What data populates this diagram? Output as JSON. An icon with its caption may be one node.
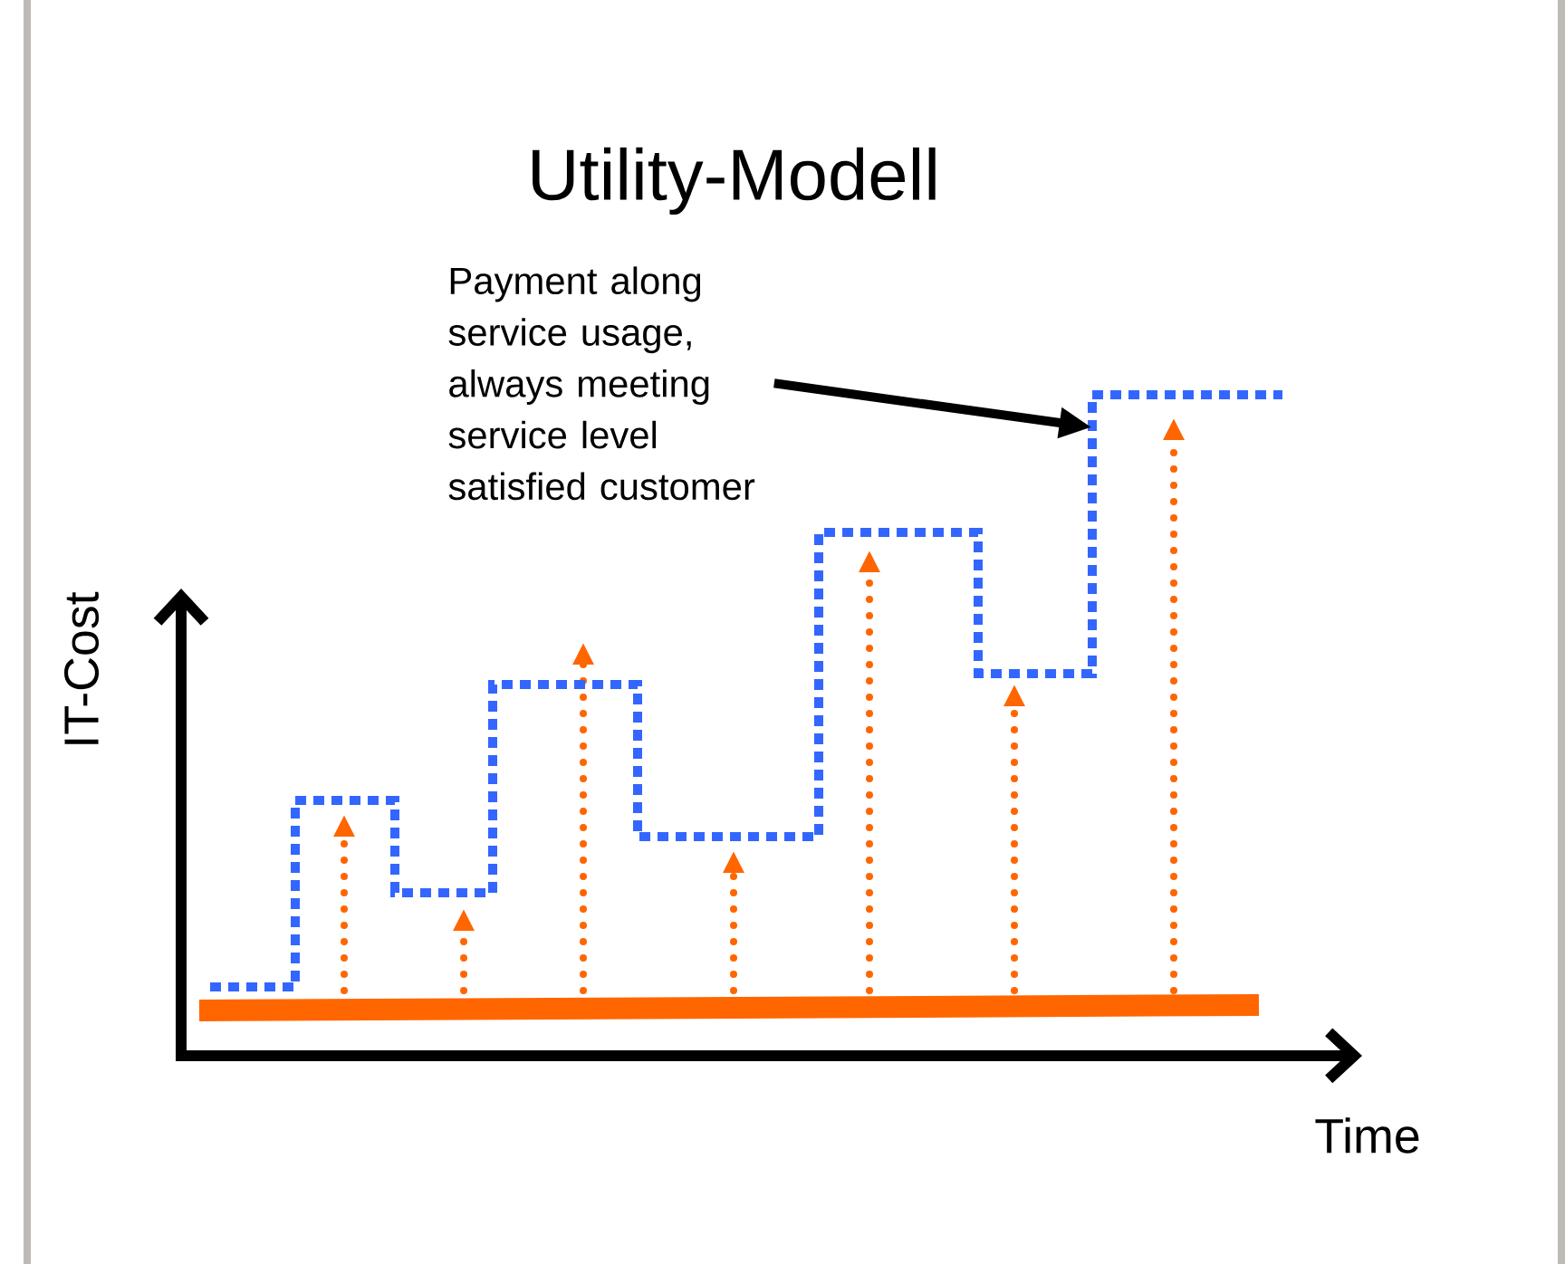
{
  "diagram": {
    "title": "Utility-Modell",
    "nodes": [
      {
        "text": [
          "Payment along service usage, always meeting service level satisfied customer"
        ]
      },
      {
        "text": [],
        "shape": "line"
      }
    ],
    "edges": [
      {
        "from": 0,
        "to": 1,
        "arrow": "to"
      }
    ],
    "labels": [
      "IT-Cost",
      "Time"
    ]
  }
}
